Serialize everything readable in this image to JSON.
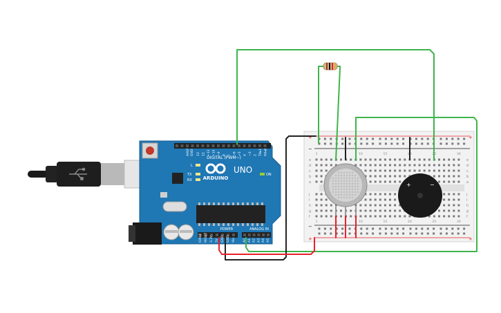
{
  "arduino": {
    "brand": "ARDUINO",
    "model": "UNO",
    "digital_header": "DIGITAL (PWM~)",
    "power_header": "POWER",
    "analog_header": "ANALOG IN",
    "on_led_label": "ON",
    "l_label": "L",
    "tx_label": "TX",
    "rx_label": "RX",
    "aref_label": "AREF",
    "gnd_label": "GND",
    "digital_pins": [
      "13",
      "12",
      "~11",
      "~10",
      "~9",
      "8",
      "7",
      "~6",
      "~5",
      "4",
      "~3",
      "2",
      "TX▸1",
      "RX◂0"
    ],
    "power_pins": [
      "IOREF",
      "RESET",
      "3.3V",
      "5V",
      "GND",
      "GND",
      "Vin"
    ],
    "analog_pins": [
      "A0",
      "A1",
      "A2",
      "A3",
      "A4",
      "A5"
    ]
  },
  "breadboard": {
    "row_letters_top": [
      "a",
      "b",
      "c",
      "d",
      "e"
    ],
    "row_letters_bottom": [
      "f",
      "g",
      "h",
      "i",
      "j"
    ],
    "column_numbers": [
      "1",
      "5",
      "10",
      "15",
      "20",
      "25",
      "30"
    ],
    "rail_plus": "+",
    "rail_minus": "−"
  },
  "buzzer": {
    "plus": "+",
    "minus": "−"
  },
  "colors": {
    "board_blue": "#1f77b4",
    "wire_green": "#3db54a",
    "wire_red": "#e8202a",
    "wire_black": "#222222",
    "breadboard": "#f2f2f2"
  }
}
